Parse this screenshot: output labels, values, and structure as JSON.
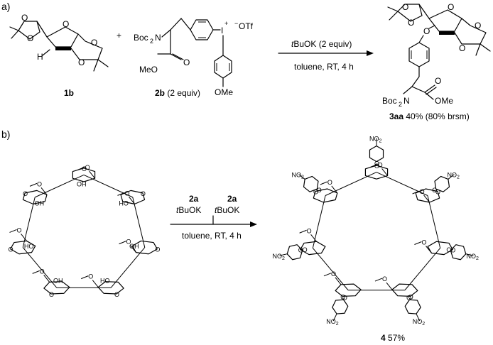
{
  "panels": {
    "a_label": "a)",
    "b_label": "b)"
  },
  "part_a": {
    "reactant1": {
      "label": "1b",
      "h_atom": "H"
    },
    "plus": "+",
    "reactant2": {
      "label": "2b",
      "label_suffix": " (2 equiv)",
      "boc": "Boc",
      "boc_sub": "2",
      "n": "N",
      "meo": "MeO",
      "o_carbonyl": "O",
      "iodine": "I",
      "iodine_charge": "+",
      "otf": "OTf",
      "otf_charge": "−",
      "ome": "OMe"
    },
    "arrow": {
      "reagent_italic": "t",
      "reagent_rest": "BuOK (2 equiv)",
      "conditions": "toluene, RT, 4 h"
    },
    "product": {
      "label": "3aa",
      "yield": " 40% (80% brsm)",
      "o_ether": "O",
      "boc": "Boc",
      "boc_sub": "2",
      "n": "N",
      "ome": "OMe",
      "o_carbonyl": "O"
    }
  },
  "part_b": {
    "arrow": {
      "reagent1_bold": "2a",
      "reagent1_italic": "t",
      "reagent1_rest": "BuOK",
      "reagent2_bold": "2a",
      "reagent2_italic": "t",
      "reagent2_rest": "BuOK",
      "conditions": "toluene, RT, 4 h"
    },
    "cyclodextrin": {
      "oh": "OH",
      "ho": "HO",
      "o": "O",
      "ome_stub": "O"
    },
    "product": {
      "label": "4",
      "yield": " 57%",
      "no2": "NO",
      "no2_sub": "2",
      "o_no2": "O",
      "n_no2": "N",
      "o": "O"
    }
  }
}
